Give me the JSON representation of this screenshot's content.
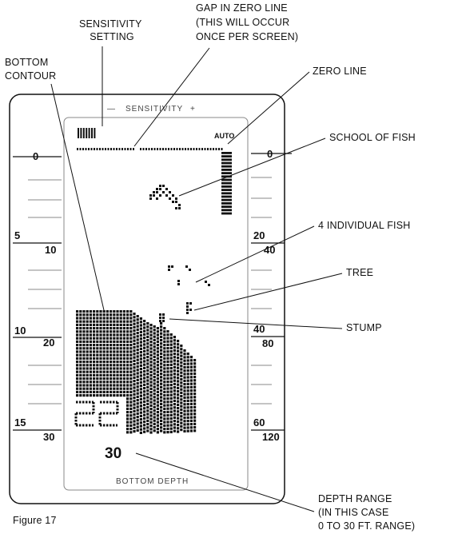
{
  "figure": {
    "caption": "Figure 17",
    "callouts": {
      "sensitivity_setting": [
        "SENSITIVITY",
        "SETTING"
      ],
      "gap_in_zero_line": [
        "GAP IN ZERO LINE",
        "(THIS WILL OCCUR",
        "ONCE PER SCREEN)"
      ],
      "bottom_contour": [
        "BOTTOM",
        "CONTOUR"
      ],
      "zero_line": [
        "ZERO LINE"
      ],
      "school_of_fish": [
        "SCHOOL OF FISH"
      ],
      "individual_fish": [
        "4 INDIVIDUAL FISH"
      ],
      "tree": [
        "TREE"
      ],
      "stump": [
        "STUMP"
      ],
      "depth_range": [
        "DEPTH RANGE",
        "(IN THIS CASE",
        "0 TO 30 FT. RANGE)"
      ]
    }
  },
  "device": {
    "sensitivity_minus": "—",
    "sensitivity_label": "SENSITIVITY",
    "sensitivity_plus": "+",
    "auto_label": "AUTO",
    "bottom_depth_label": "BOTTOM DEPTH",
    "digital_depth": "22",
    "range_value": "30",
    "left_scale": {
      "zero": "0",
      "marks": [
        {
          "top": "5",
          "bottom": "10"
        },
        {
          "top": "10",
          "bottom": "20"
        },
        {
          "top": "15",
          "bottom": "30"
        }
      ]
    },
    "right_scale": {
      "zero": "0",
      "marks": [
        {
          "top": "20",
          "bottom": "40"
        },
        {
          "top": "40",
          "bottom": "80"
        },
        {
          "top": "60",
          "bottom": "120"
        }
      ]
    }
  }
}
